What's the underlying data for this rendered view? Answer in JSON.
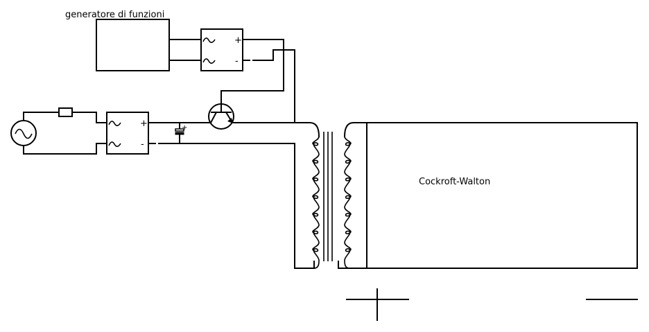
{
  "diagram": {
    "title": "Cockcroft-Walton supply schematic",
    "labels": {
      "function_generator": "generatore di funzioni",
      "multiplier": "Cockroft-Walton"
    },
    "rectifier_top": {
      "ac1": "~",
      "ac2": "~",
      "plus": "+",
      "minus": "-"
    },
    "rectifier_left": {
      "ac1": "~",
      "ac2": "~",
      "plus": "+",
      "minus": "-"
    },
    "capacitor": {
      "polarity": "+"
    },
    "components": [
      {
        "id": "ac-source",
        "name": "AC mains source"
      },
      {
        "id": "resistor",
        "name": "Series resistor"
      },
      {
        "id": "bridge-rectifier-left",
        "name": "Bridge rectifier (mains)"
      },
      {
        "id": "electrolytic-capacitor",
        "name": "Filter capacitor"
      },
      {
        "id": "npn-transistor",
        "name": "Switching transistor"
      },
      {
        "id": "function-generator",
        "name": "Function generator"
      },
      {
        "id": "bridge-rectifier-top",
        "name": "Bridge rectifier (generator)"
      },
      {
        "id": "transformer",
        "name": "Step-up transformer"
      },
      {
        "id": "cockcroft-walton-block",
        "name": "Cockcroft-Walton multiplier"
      }
    ],
    "transformer": {
      "primary_turns_drawn": 7,
      "secondary_turns_drawn": 7,
      "core_lines": 3
    }
  }
}
